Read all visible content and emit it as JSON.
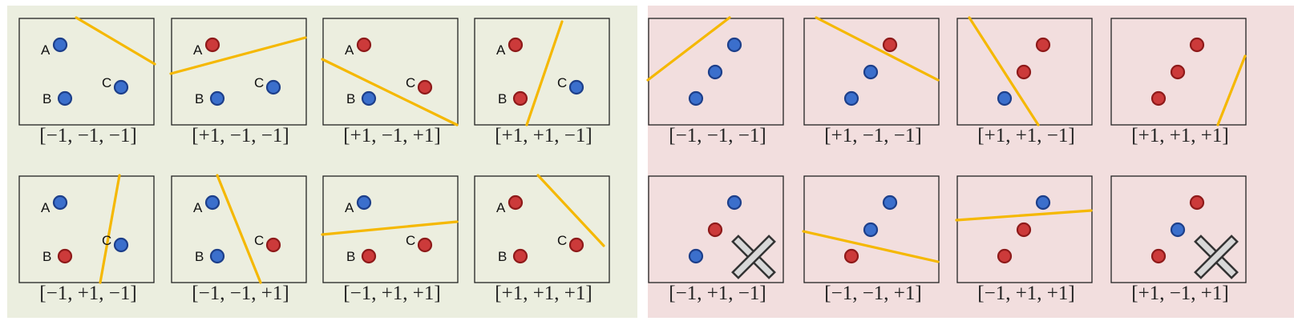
{
  "groups": [
    {
      "id": "shattered",
      "cells": [
        {
          "label": "[−1, −1, −1]",
          "letters": true,
          "points": [
            "blue",
            "blue",
            "blue"
          ],
          "line": [
            [
              72,
              0
            ],
            [
              170,
              58
            ]
          ],
          "cross": false
        },
        {
          "label": "[+1, −1, −1]",
          "letters": true,
          "points": [
            "red",
            "blue",
            "blue"
          ],
          "line": [
            [
              0,
              70
            ],
            [
              168,
              25
            ]
          ],
          "cross": false
        },
        {
          "label": "[+1, −1, +1]",
          "letters": true,
          "points": [
            "red",
            "blue",
            "red"
          ],
          "line": [
            [
              0,
              52
            ],
            [
              168,
              134
            ]
          ],
          "cross": false
        },
        {
          "label": "[+1, +1, −1]",
          "letters": true,
          "points": [
            "red",
            "red",
            "blue"
          ],
          "line": [
            [
              110,
              5
            ],
            [
              66,
              134
            ]
          ],
          "cross": false
        },
        {
          "label": "[−1, +1, −1]",
          "letters": true,
          "points": [
            "blue",
            "red",
            "blue"
          ],
          "line": [
            [
              126,
              0
            ],
            [
              102,
              134
            ]
          ],
          "cross": false
        },
        {
          "label": "[−1, −1, +1]",
          "letters": true,
          "points": [
            "blue",
            "blue",
            "red"
          ],
          "line": [
            [
              58,
              0
            ],
            [
              112,
              134
            ]
          ],
          "cross": false
        },
        {
          "label": "[−1, +1, +1]",
          "letters": true,
          "points": [
            "blue",
            "red",
            "red"
          ],
          "line": [
            [
              0,
              74
            ],
            [
              168,
              58
            ]
          ],
          "cross": false
        },
        {
          "label": "[+1, +1, +1]",
          "letters": true,
          "points": [
            "red",
            "red",
            "red"
          ],
          "line": [
            [
              80,
              0
            ],
            [
              162,
              88
            ]
          ],
          "cross": false
        }
      ]
    },
    {
      "id": "collinear",
      "cells": [
        {
          "label": "[−1, −1, −1]",
          "letters": false,
          "points": [
            "blue",
            "blue",
            "blue"
          ],
          "line": [
            [
              0,
              78
            ],
            [
              102,
              0
            ]
          ],
          "cross": false
        },
        {
          "label": "[+1, −1, −1]",
          "letters": false,
          "points": [
            "red",
            "blue",
            "blue"
          ],
          "line": [
            [
              16,
              0
            ],
            [
              168,
              78
            ]
          ],
          "cross": false
        },
        {
          "label": "[+1, +1, −1]",
          "letters": false,
          "points": [
            "red",
            "red",
            "blue"
          ],
          "line": [
            [
              16,
              0
            ],
            [
              102,
              134
            ]
          ],
          "cross": false
        },
        {
          "label": "[+1, +1, +1]",
          "letters": false,
          "points": [
            "red",
            "red",
            "red"
          ],
          "line": [
            [
              134,
              134
            ],
            [
              168,
              48
            ]
          ],
          "cross": false
        },
        {
          "label": "[−1, +1, −1]",
          "letters": false,
          "points": [
            "blue",
            "red",
            "blue"
          ],
          "line": null,
          "cross": true
        },
        {
          "label": "[−1, −1, +1]",
          "letters": false,
          "points": [
            "blue",
            "blue",
            "red"
          ],
          "line": [
            [
              0,
              70
            ],
            [
              168,
              108
            ]
          ],
          "cross": false
        },
        {
          "label": "[−1, +1, +1]",
          "letters": false,
          "points": [
            "blue",
            "red",
            "red"
          ],
          "line": [
            [
              0,
              56
            ],
            [
              168,
              44
            ]
          ],
          "cross": false
        },
        {
          "label": "[+1, −1, +1]",
          "letters": false,
          "points": [
            "red",
            "blue",
            "red"
          ],
          "line": null,
          "cross": true
        }
      ]
    }
  ],
  "point_letters": [
    "A",
    "B",
    "C"
  ],
  "colors": {
    "blue_fill": "#3b6fcc",
    "blue_stroke": "#1d3f8a",
    "red_fill": "#cc3a3a",
    "red_stroke": "#8e1a1a",
    "line": "#f5b800",
    "cross_fill": "#d8d8d8",
    "cross_stroke": "#333333"
  },
  "icons": [
    "cross-icon"
  ]
}
